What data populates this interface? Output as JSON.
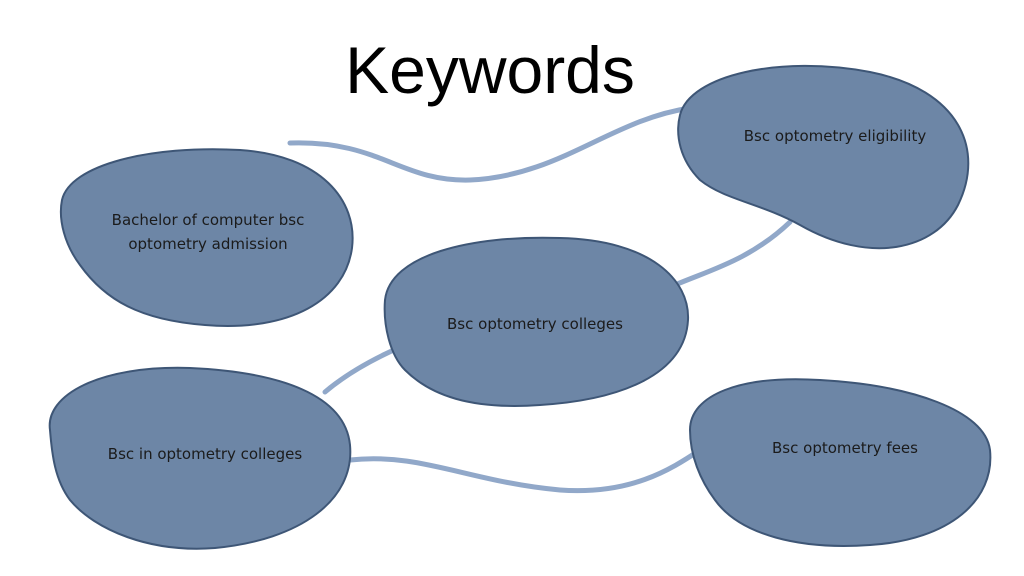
{
  "slide": {
    "title": "Keywords",
    "accent_colors": {
      "blob_fill": "#6d86a6",
      "blob_stroke": "#3e5676",
      "connector": "#91a8c9"
    },
    "nodes": [
      {
        "label": "Bsc optometry eligibility"
      },
      {
        "label": "Bachelor of computer bsc optometry admission"
      },
      {
        "label": "Bsc optometry colleges"
      },
      {
        "label": "Bsc in optometry colleges"
      },
      {
        "label": "Bsc optometry fees"
      }
    ]
  }
}
